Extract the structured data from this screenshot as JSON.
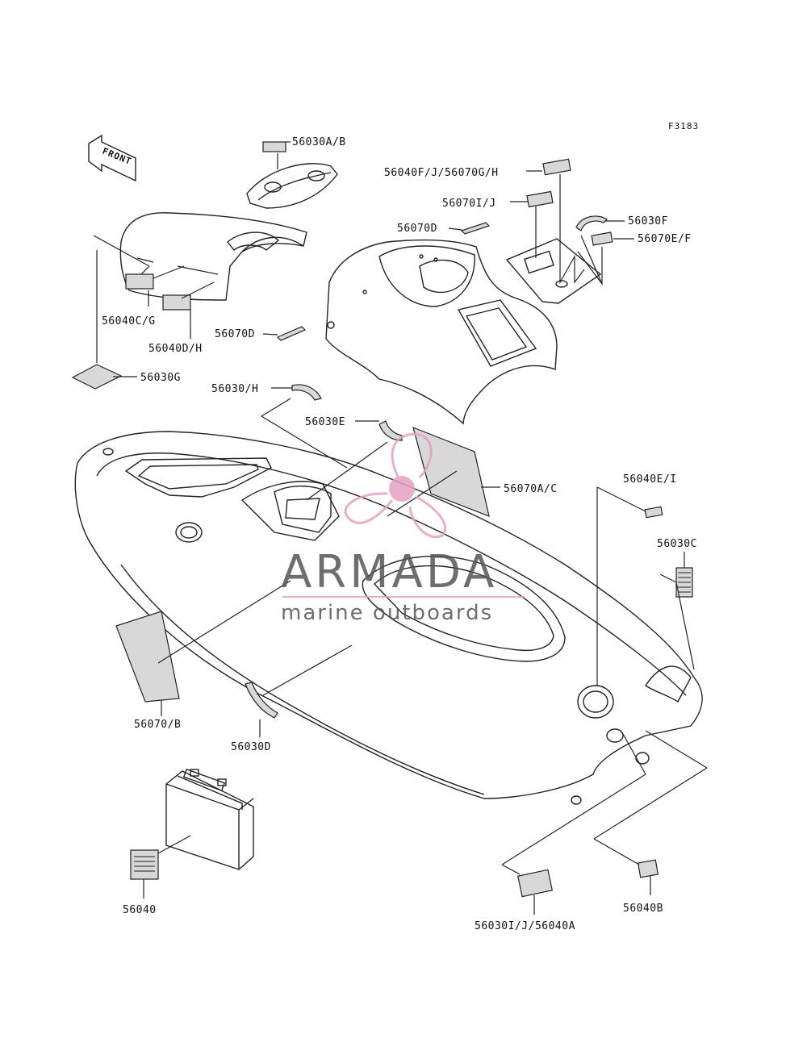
{
  "figure_code": "F3183",
  "front_label": "FRONT",
  "watermark": {
    "brand": "ARMADA",
    "tagline": "marine outboards",
    "brand_color": "#555555",
    "accent_color": "#e6a0c0"
  },
  "labels": {
    "l56030AB": "56030A/B",
    "l56040FJ": "56040F/J/56070G/H",
    "l56070IJ": "56070I/J",
    "l56070D_top": "56070D",
    "l56030F": "56030F",
    "l56070EF": "56070E/F",
    "l56040CG": "56040C/G",
    "l56070D_mid": "56070D",
    "l56040DH": "56040D/H",
    "l56030G": "56030G",
    "l56030H": "56030/H",
    "l56030E": "56030E",
    "l56070AC": "56070A/C",
    "l56040EI": "56040E/I",
    "l56030C": "56030C",
    "l56070B": "56070/B",
    "l56030D": "56030D",
    "l56040": "56040",
    "l56030IJ": "56030I/J/56040A",
    "l56040B": "56040B"
  }
}
